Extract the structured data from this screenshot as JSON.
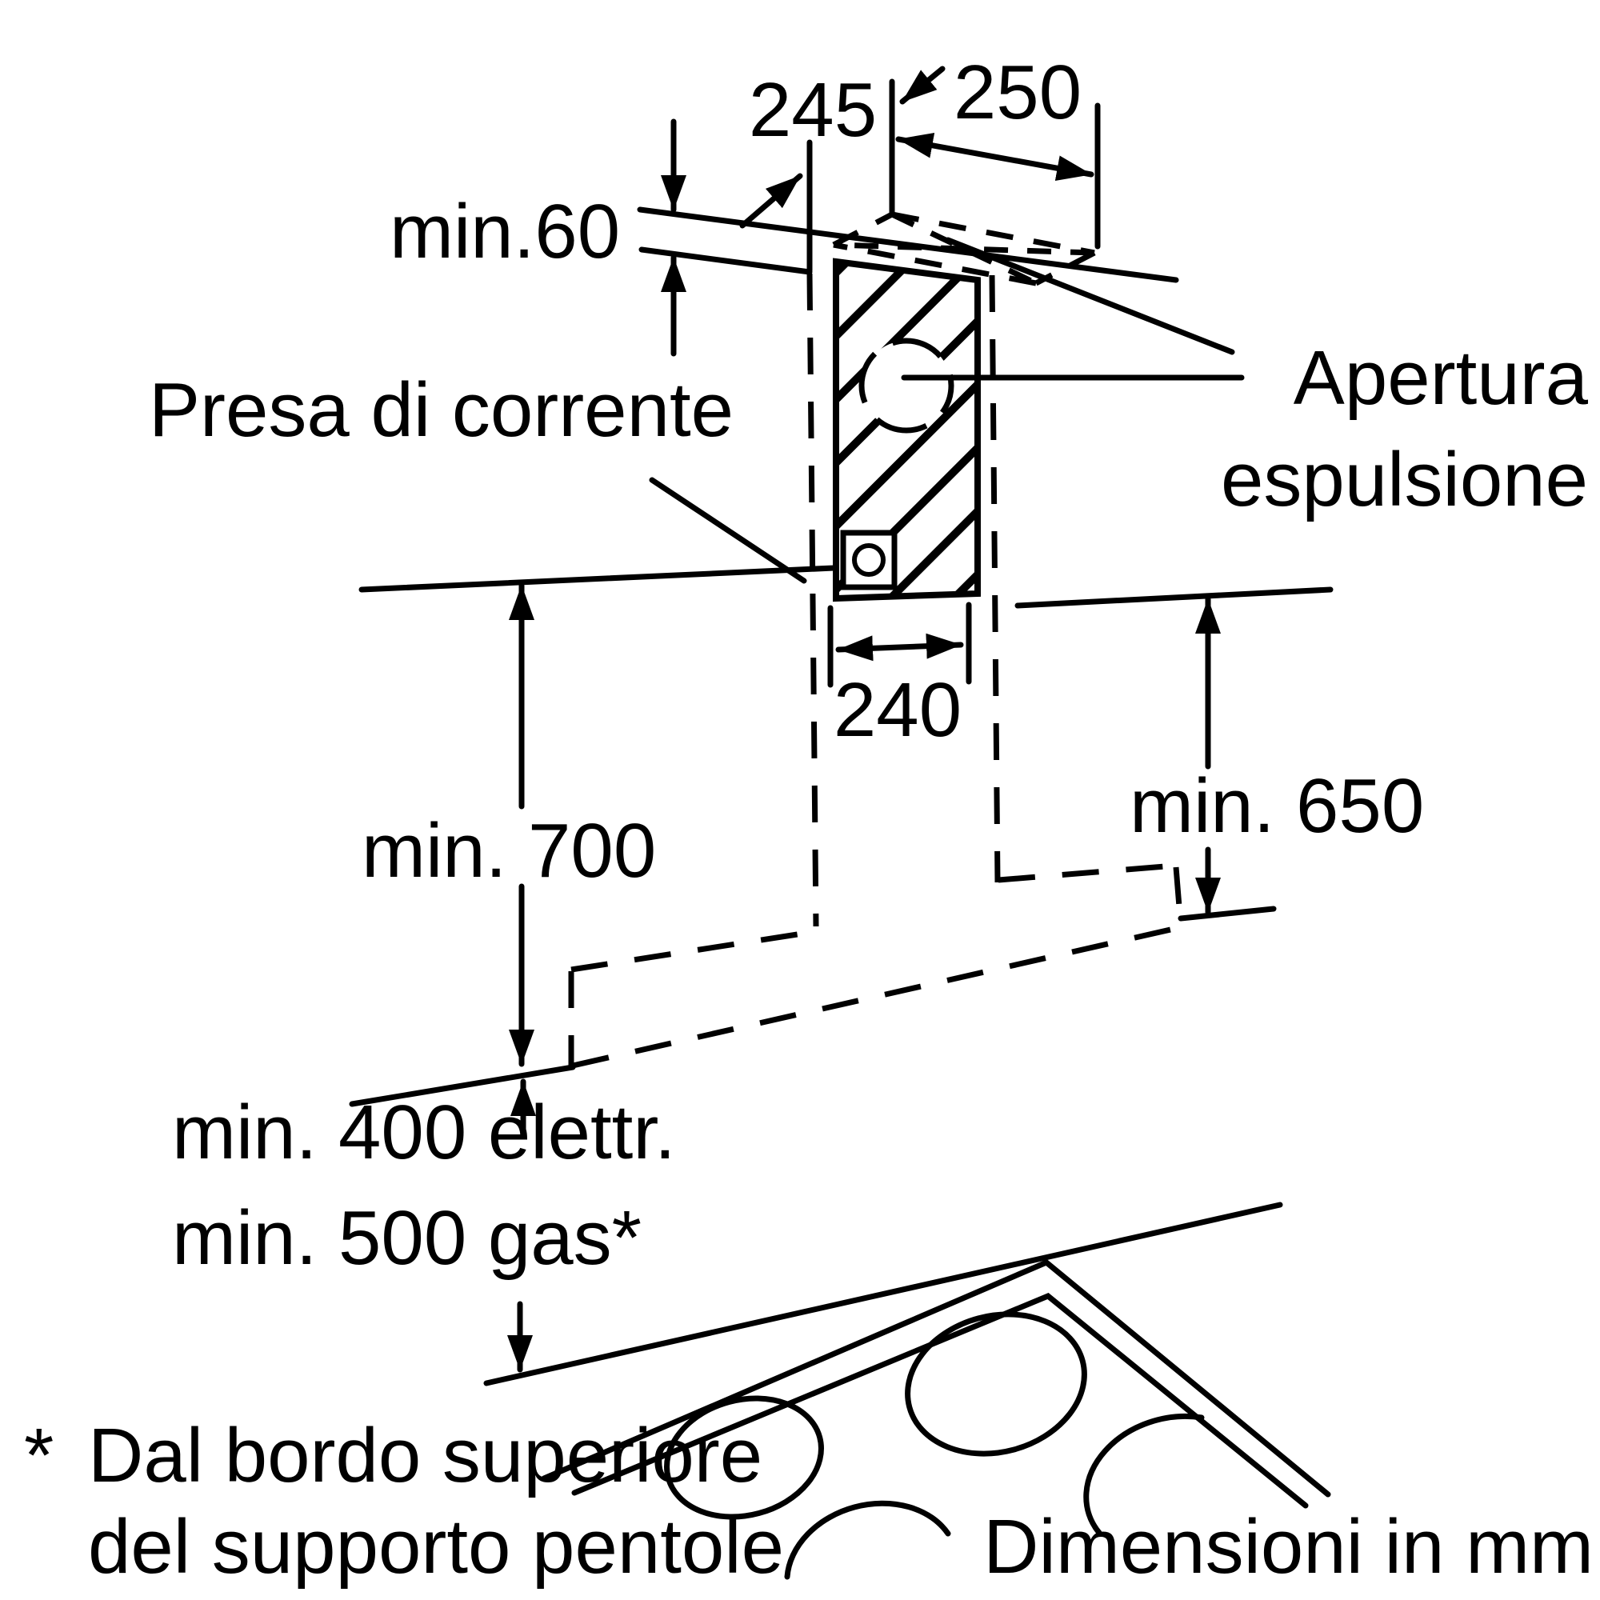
{
  "diagram": {
    "type": "appliance-installation-drawing",
    "subject": "wall-mounted cooker hood mounting dimensions",
    "units_note": "Dimensioni in mm",
    "colors": {
      "ink": "#000000",
      "background": "#ffffff"
    },
    "labels": {
      "dim_245": "245",
      "dim_250": "250",
      "dim_min60": "min.60",
      "presa": "Presa di corrente",
      "apertura_line1": "Apertura",
      "apertura_line2": "espulsione",
      "dim_240": "240",
      "dim_min700": "min. 700",
      "dim_min650": "min. 650",
      "dim_min400": "min. 400 elettr.",
      "dim_min500": "min. 500 gas*",
      "footnote_star": "*",
      "footnote_line1": "Dal bordo superiore",
      "footnote_line2": "del supporto pentole",
      "dimensions_note": "Dimensioni in mm"
    }
  }
}
